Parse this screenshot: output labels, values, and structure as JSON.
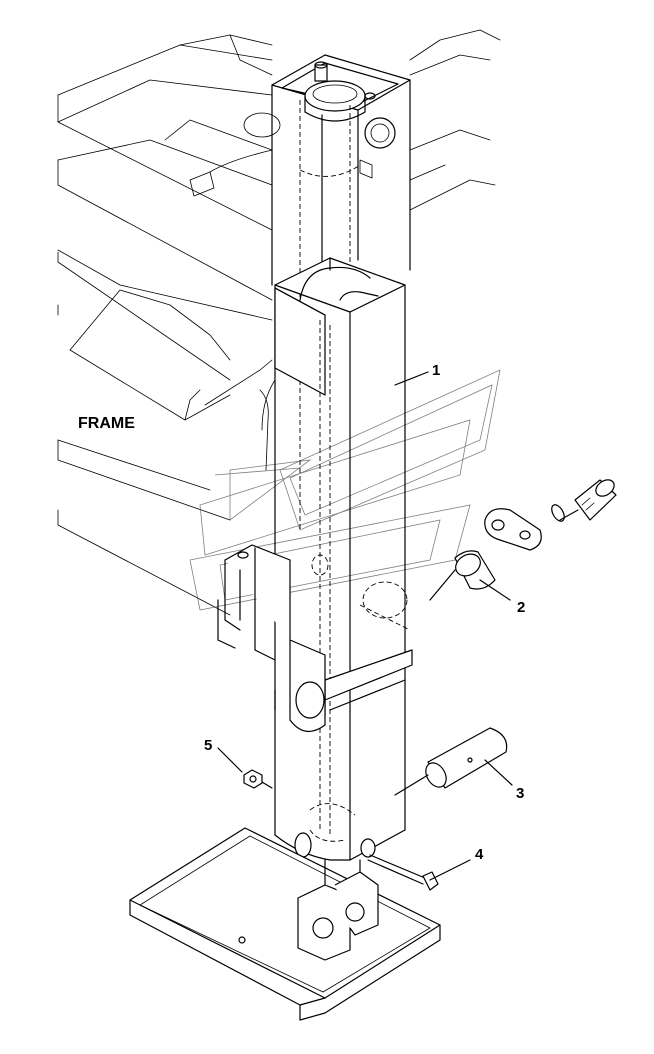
{
  "frame_label": "FRAME",
  "callouts": [
    {
      "id": "1",
      "text": "1"
    },
    {
      "id": "2",
      "text": "2"
    },
    {
      "id": "3",
      "text": "3"
    },
    {
      "id": "4",
      "text": "4"
    },
    {
      "id": "5",
      "text": "5"
    }
  ]
}
